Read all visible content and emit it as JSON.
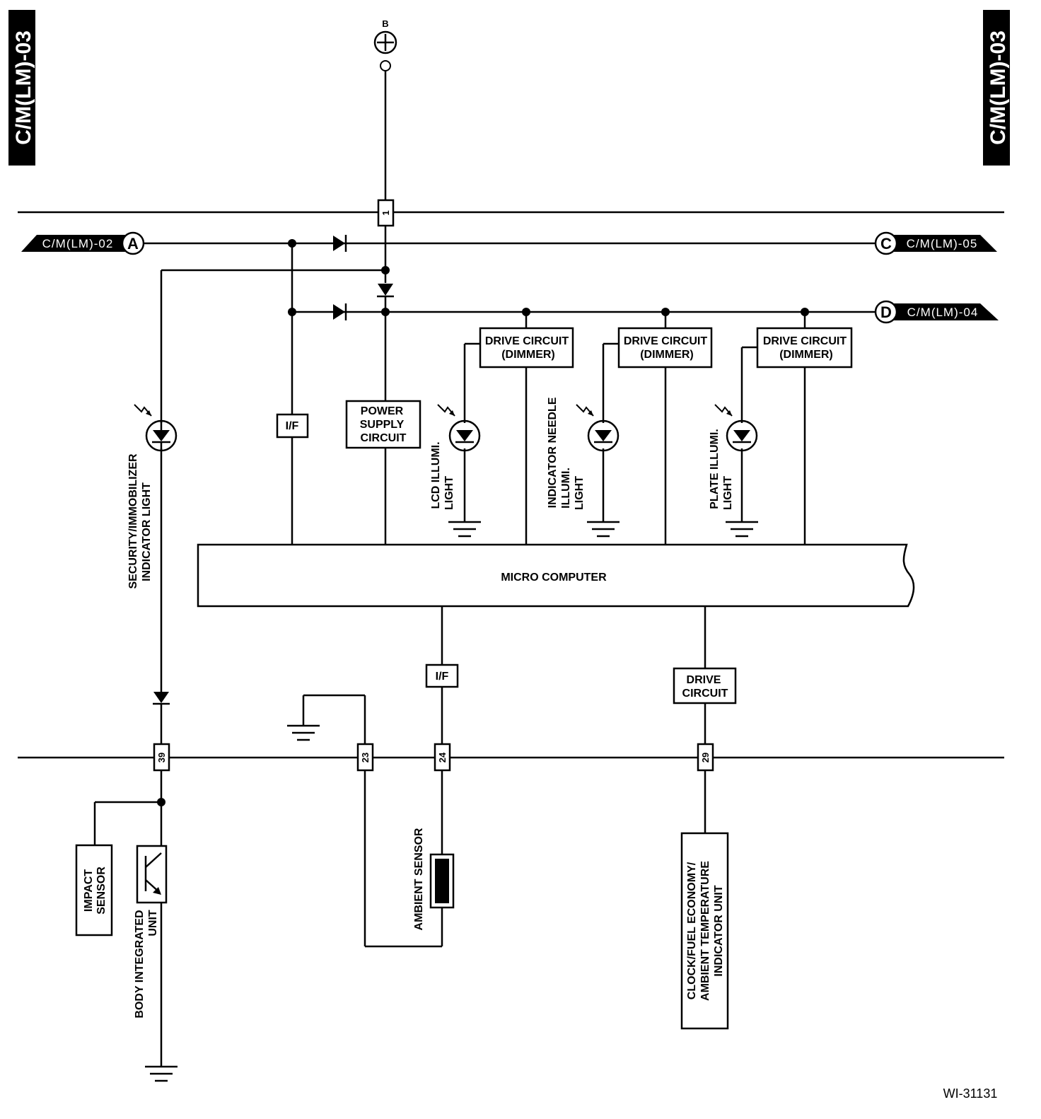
{
  "side_tabs": {
    "left": "C/M(LM)-03",
    "right": "C/M(LM)-03"
  },
  "battery": {
    "label": "B"
  },
  "connectors": {
    "a": {
      "letter": "A",
      "ref": "C/M(LM)-02"
    },
    "c": {
      "letter": "C",
      "ref": "C/M(LM)-05"
    },
    "d": {
      "letter": "D",
      "ref": "C/M(LM)-04"
    }
  },
  "pins": {
    "p1": "1",
    "p39": "39",
    "p23": "23",
    "p24": "24",
    "p29": "29"
  },
  "blocks": {
    "if_upper": "I/F",
    "power_supply": [
      "POWER",
      "SUPPLY",
      "CIRCUIT"
    ],
    "drive_dimmer_1": [
      "DRIVE CIRCUIT",
      "(DIMMER)"
    ],
    "drive_dimmer_2": [
      "DRIVE CIRCUIT",
      "(DIMMER)"
    ],
    "drive_dimmer_3": [
      "DRIVE CIRCUIT",
      "(DIMMER)"
    ],
    "micro_computer": "MICRO COMPUTER",
    "if_lower": "I/F",
    "drive_circuit": [
      "DRIVE",
      "CIRCUIT"
    ]
  },
  "lamps": {
    "security": [
      "SECURITY/IMMOBILIZER",
      "INDICATOR LIGHT"
    ],
    "lcd": [
      "LCD ILLUMI.",
      "LIGHT"
    ],
    "needle": [
      "INDICATOR NEEDLE",
      "ILLUMI.",
      "LIGHT"
    ],
    "plate": [
      "PLATE ILLUMI.",
      "LIGHT"
    ]
  },
  "components": {
    "impact_sensor": [
      "IMPACT",
      "SENSOR"
    ],
    "body_integrated": [
      "BODY INTEGRATED",
      "UNIT"
    ],
    "ambient_sensor": "AMBIENT SENSOR",
    "clock_unit": [
      "CLOCK/FUEL ECONOMY/",
      "AMBIENT TEMPERATURE",
      "INDICATOR UNIT"
    ]
  },
  "figure_id": "WI-31131"
}
